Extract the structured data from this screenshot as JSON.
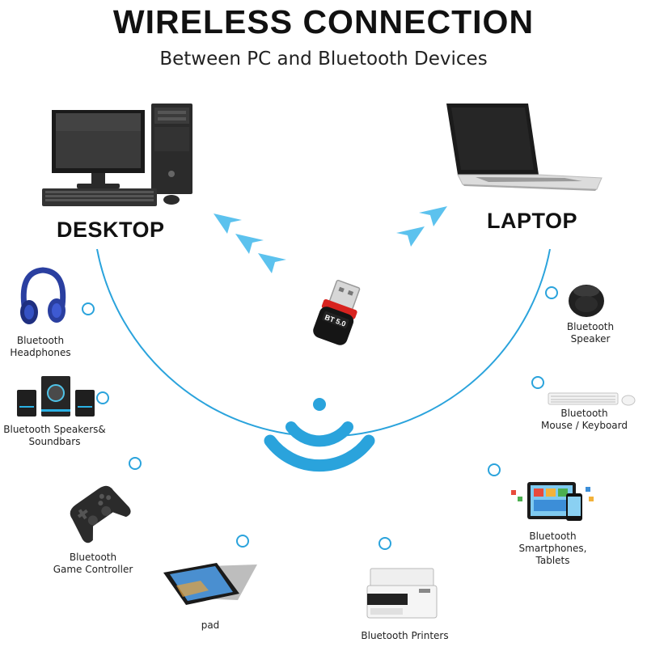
{
  "header": {
    "title": "WIRELESS CONNECTION",
    "subtitle": "Between PC and Bluetooth Devices"
  },
  "devices": {
    "desktop": "DESKTOP",
    "laptop": "LAPTOP",
    "headphones": [
      "Bluetooth",
      "Headphones"
    ],
    "speakers": [
      "Bluetooth Speakers&",
      "Soundbars"
    ],
    "game_controller": [
      "Bluetooth",
      "Game Controller"
    ],
    "pad": "pad",
    "printers": "Bluetooth Printers",
    "smartphones": [
      "Bluetooth",
      "Smartphones,",
      "Tablets"
    ],
    "mouse_keyboard": [
      "Bluetooth",
      "Mouse / Keyboard"
    ],
    "speaker": [
      "Bluetooth",
      "Speaker"
    ]
  },
  "adapter": {
    "label": "BT 5.0"
  },
  "colors": {
    "accent": "#2aa3dc",
    "arrow": "#5cc2ee",
    "adapter_red": "#d8231f"
  }
}
